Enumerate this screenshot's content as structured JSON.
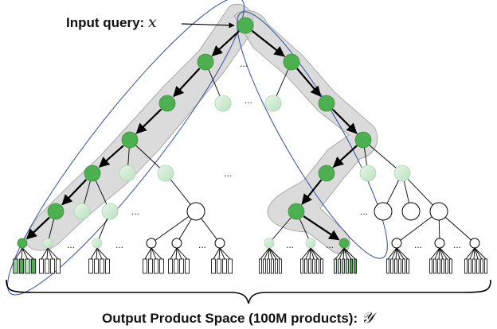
{
  "labels": {
    "input_query": "Input query: ",
    "input_var": "x",
    "output_space": "Output Product Space (100M products): ",
    "output_var": "𝒴",
    "ellipsis": "..."
  },
  "colors": {
    "node_active": "#4caf50",
    "node_faded": "#cdebd0",
    "node_empty": "#ffffff",
    "edge": "#000000",
    "path_shade": "#c9c9c9",
    "ellipse_outline": "#2f4f9e"
  },
  "diagram": {
    "type": "tree-search",
    "highlighted_paths": 2,
    "leaf_states": [
      "active",
      "faded",
      "empty"
    ]
  }
}
